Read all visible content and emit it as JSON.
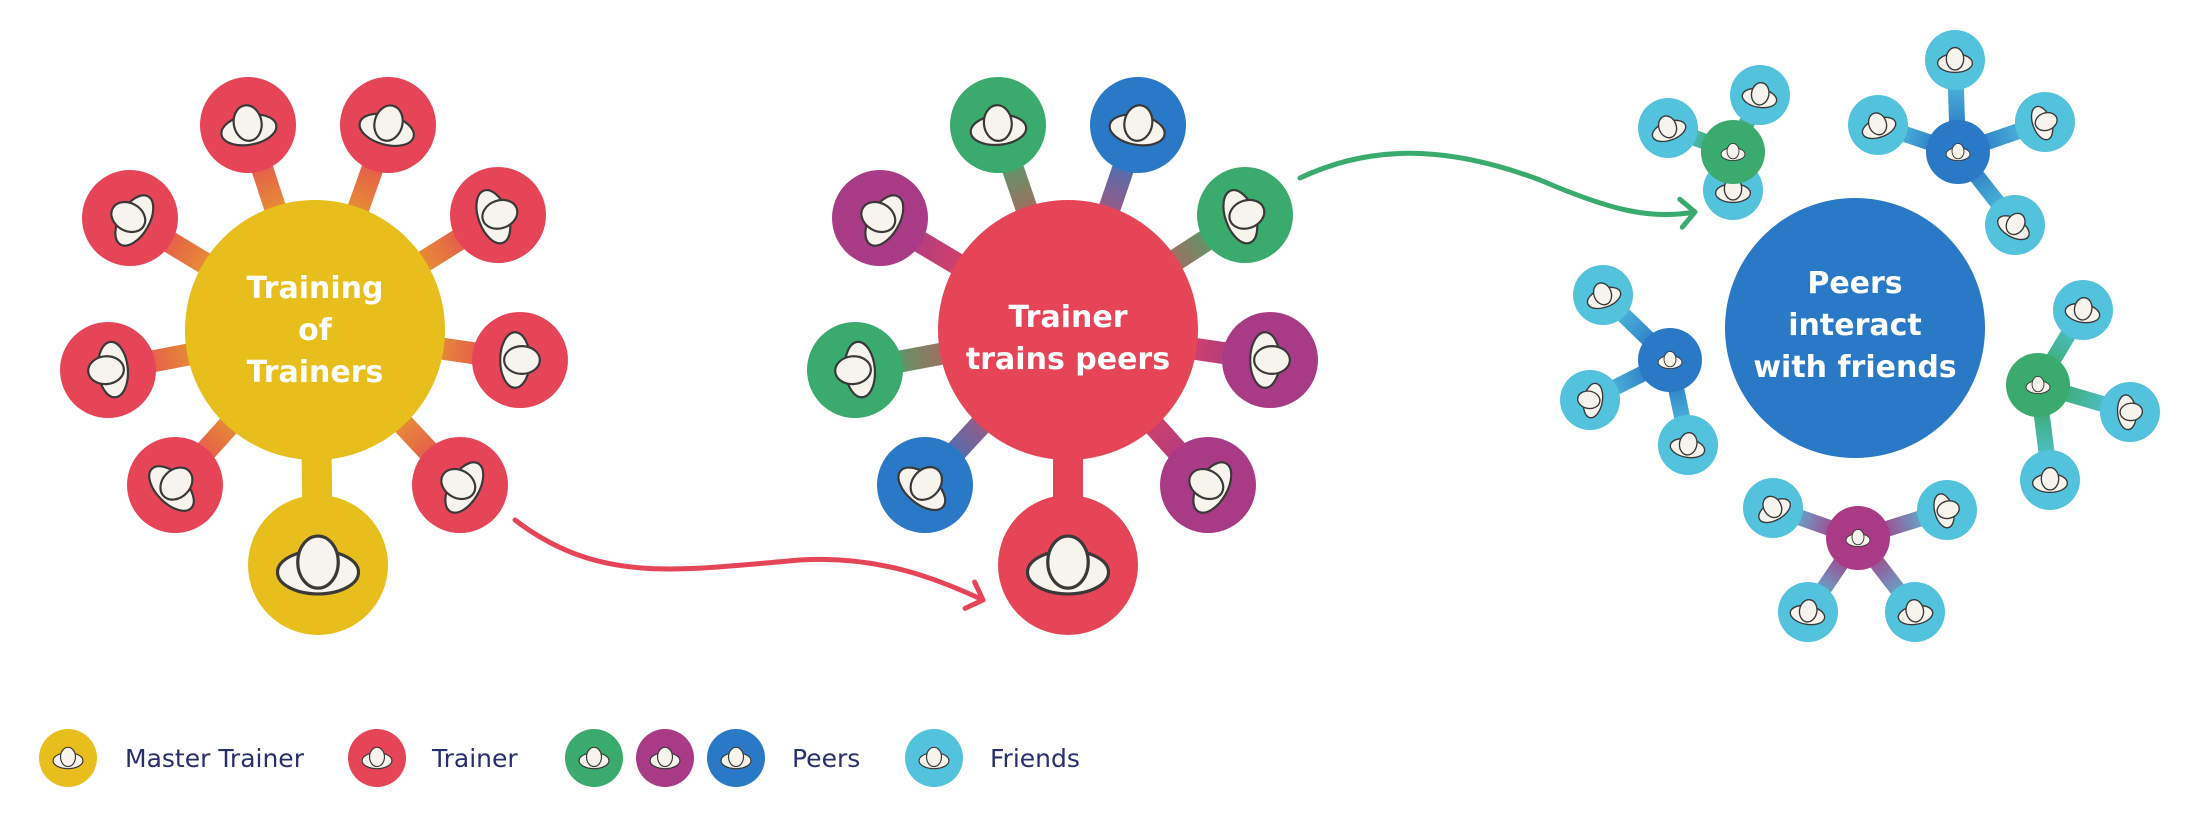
{
  "diagram": {
    "stages": [
      {
        "id": "master",
        "label_lines": [
          "Training",
          "of",
          "Trainers"
        ],
        "color": "#e7be1c"
      },
      {
        "id": "trainer",
        "label_lines": [
          "Trainer",
          "trains peers"
        ],
        "color": "#e64558"
      },
      {
        "id": "peers",
        "label_lines": [
          "Peers",
          "interact",
          "with friends"
        ],
        "color": "#2a79c6"
      }
    ],
    "arrows": [
      {
        "from": "master",
        "to": "trainer",
        "color": "#e64558"
      },
      {
        "from": "trainer",
        "to": "peers",
        "color": "#3aab6c"
      }
    ]
  },
  "colors": {
    "master_trainer": "#e7be1c",
    "trainer": "#e64558",
    "peer_green": "#3aab6c",
    "peer_purple": "#a93b86",
    "peer_blue": "#2a79c6",
    "friend": "#53c2dc",
    "text": "#27306b"
  },
  "legend": [
    {
      "label": "Master Trainer",
      "colors": [
        "#e7be1c"
      ]
    },
    {
      "label": "Trainer",
      "colors": [
        "#e64558"
      ]
    },
    {
      "label": "Peers",
      "colors": [
        "#3aab6c",
        "#a93b86",
        "#2a79c6"
      ]
    },
    {
      "label": "Friends",
      "colors": [
        "#53c2dc"
      ]
    }
  ],
  "icons": {
    "person": "person-top-view-icon",
    "arrow": "curved-arrow-icon"
  }
}
